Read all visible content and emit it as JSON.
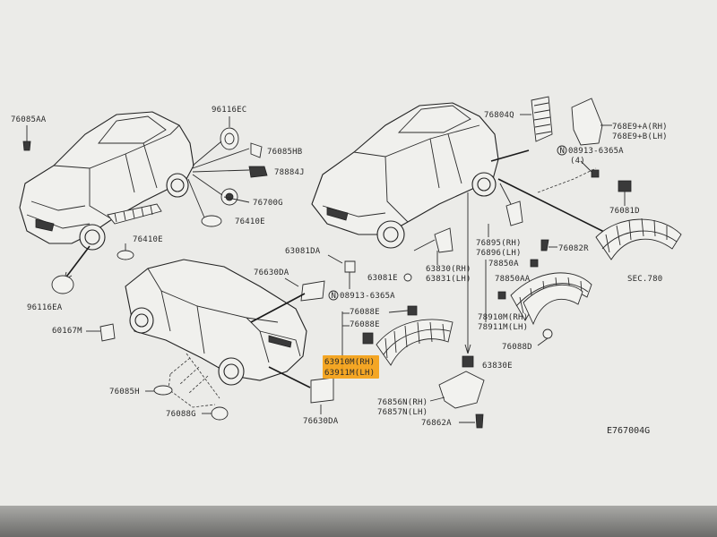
{
  "diagram_id": "E767004G",
  "highlight_color": "#f4a012",
  "labels": {
    "p_76085AA": "76085AA",
    "p_96116EC": "96116EC",
    "p_76085HB": "76085HB",
    "p_78884J": "78884J",
    "p_76700G": "76700G",
    "p_76410E_a": "76410E",
    "p_76410E_b": "76410E",
    "p_96116EA": "96116EA",
    "p_60167M": "60167M",
    "p_76630DA_a": "76630DA",
    "p_76630DA_b": "76630DA",
    "p_76085H": "76085H",
    "p_76088G": "76088G",
    "p_63081DA": "63081DA",
    "p_08913_a": "08913-6365A",
    "p_76088E_a": "76088E",
    "p_76088E_b": "76088E",
    "p_63910M": "63910M(RH)",
    "p_63911M": "63911M(LH)",
    "p_63081E": "63081E",
    "p_63830": "63830(RH)",
    "p_63831": "63831(LH)",
    "p_76804Q": "76804Q",
    "p_768E9A": "768E9+A(RH)",
    "p_768E9B": "768E9+B(LH)",
    "p_08913_b": "08913-6365A",
    "p_qty4": "(4)",
    "p_76081D": "76081D",
    "p_76895": "76895(RH)",
    "p_76896": "76896(LH)",
    "p_76082R": "76082R",
    "p_78850A": "78850A",
    "p_78850AA": "78850AA",
    "p_sec780": "SEC.780",
    "p_78910M": "78910M(RH)",
    "p_78911M": "78911M(LH)",
    "p_76088D": "76088D",
    "p_63830E": "63830E",
    "p_76856N": "76856N(RH)",
    "p_76857N": "76857N(LH)",
    "p_76862A": "76862A",
    "p_N1": "N",
    "p_N2": "N"
  }
}
